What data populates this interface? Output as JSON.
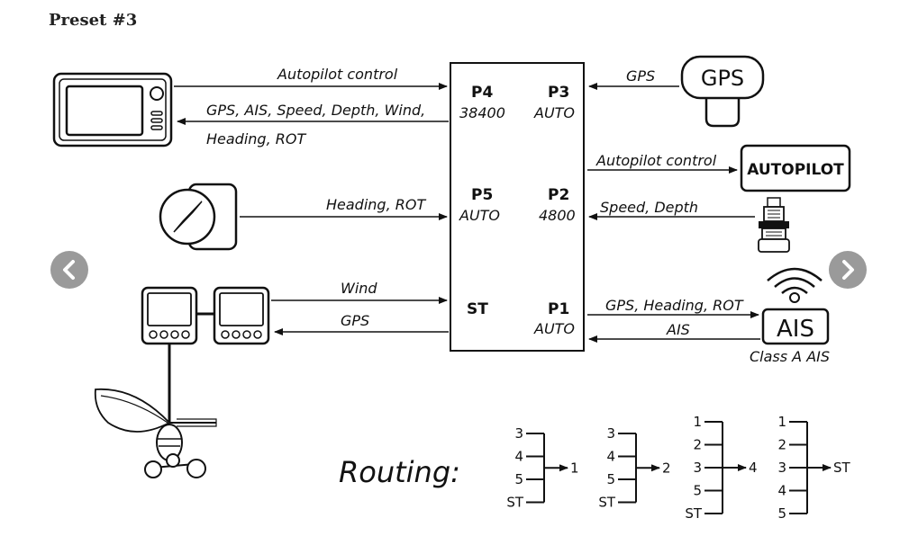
{
  "title": "Preset #3",
  "hub": {
    "ports": [
      {
        "name": "P4",
        "value": "38400"
      },
      {
        "name": "P3",
        "value": "AUTO"
      },
      {
        "name": "P5",
        "value": "AUTO"
      },
      {
        "name": "P2",
        "value": "4800"
      },
      {
        "name": "ST",
        "value": ""
      },
      {
        "name": "P1",
        "value": "AUTO"
      }
    ]
  },
  "links": {
    "chartplotter_out": "Autopilot control",
    "chartplotter_in_1": "GPS, AIS, Speed, Depth, Wind,",
    "chartplotter_in_2": "Heading, ROT",
    "compass": "Heading, ROT",
    "wind": "Wind",
    "gps_to_st": "GPS",
    "gps": "GPS",
    "autopilot": "Autopilot control",
    "speed_depth": "Speed, Depth",
    "to_ais": "GPS, Heading, ROT",
    "from_ais": "AIS"
  },
  "devices": {
    "gps_label": "GPS",
    "autopilot_label": "AUTOPILOT",
    "ais_label": "AIS",
    "ais_caption": "Class A AIS"
  },
  "routing": {
    "label": "Routing:",
    "groups": [
      {
        "inputs": [
          "3",
          "4",
          "5",
          "ST"
        ],
        "output": "1"
      },
      {
        "inputs": [
          "3",
          "4",
          "5",
          "ST"
        ],
        "output": "2"
      },
      {
        "inputs": [
          "1",
          "2",
          "3",
          "5",
          "ST"
        ],
        "output": "4"
      },
      {
        "inputs": [
          "1",
          "2",
          "3",
          "4",
          "5"
        ],
        "output": "ST"
      }
    ]
  },
  "nav": {
    "prev_icon": "chevron-left-icon",
    "next_icon": "chevron-right-icon"
  }
}
